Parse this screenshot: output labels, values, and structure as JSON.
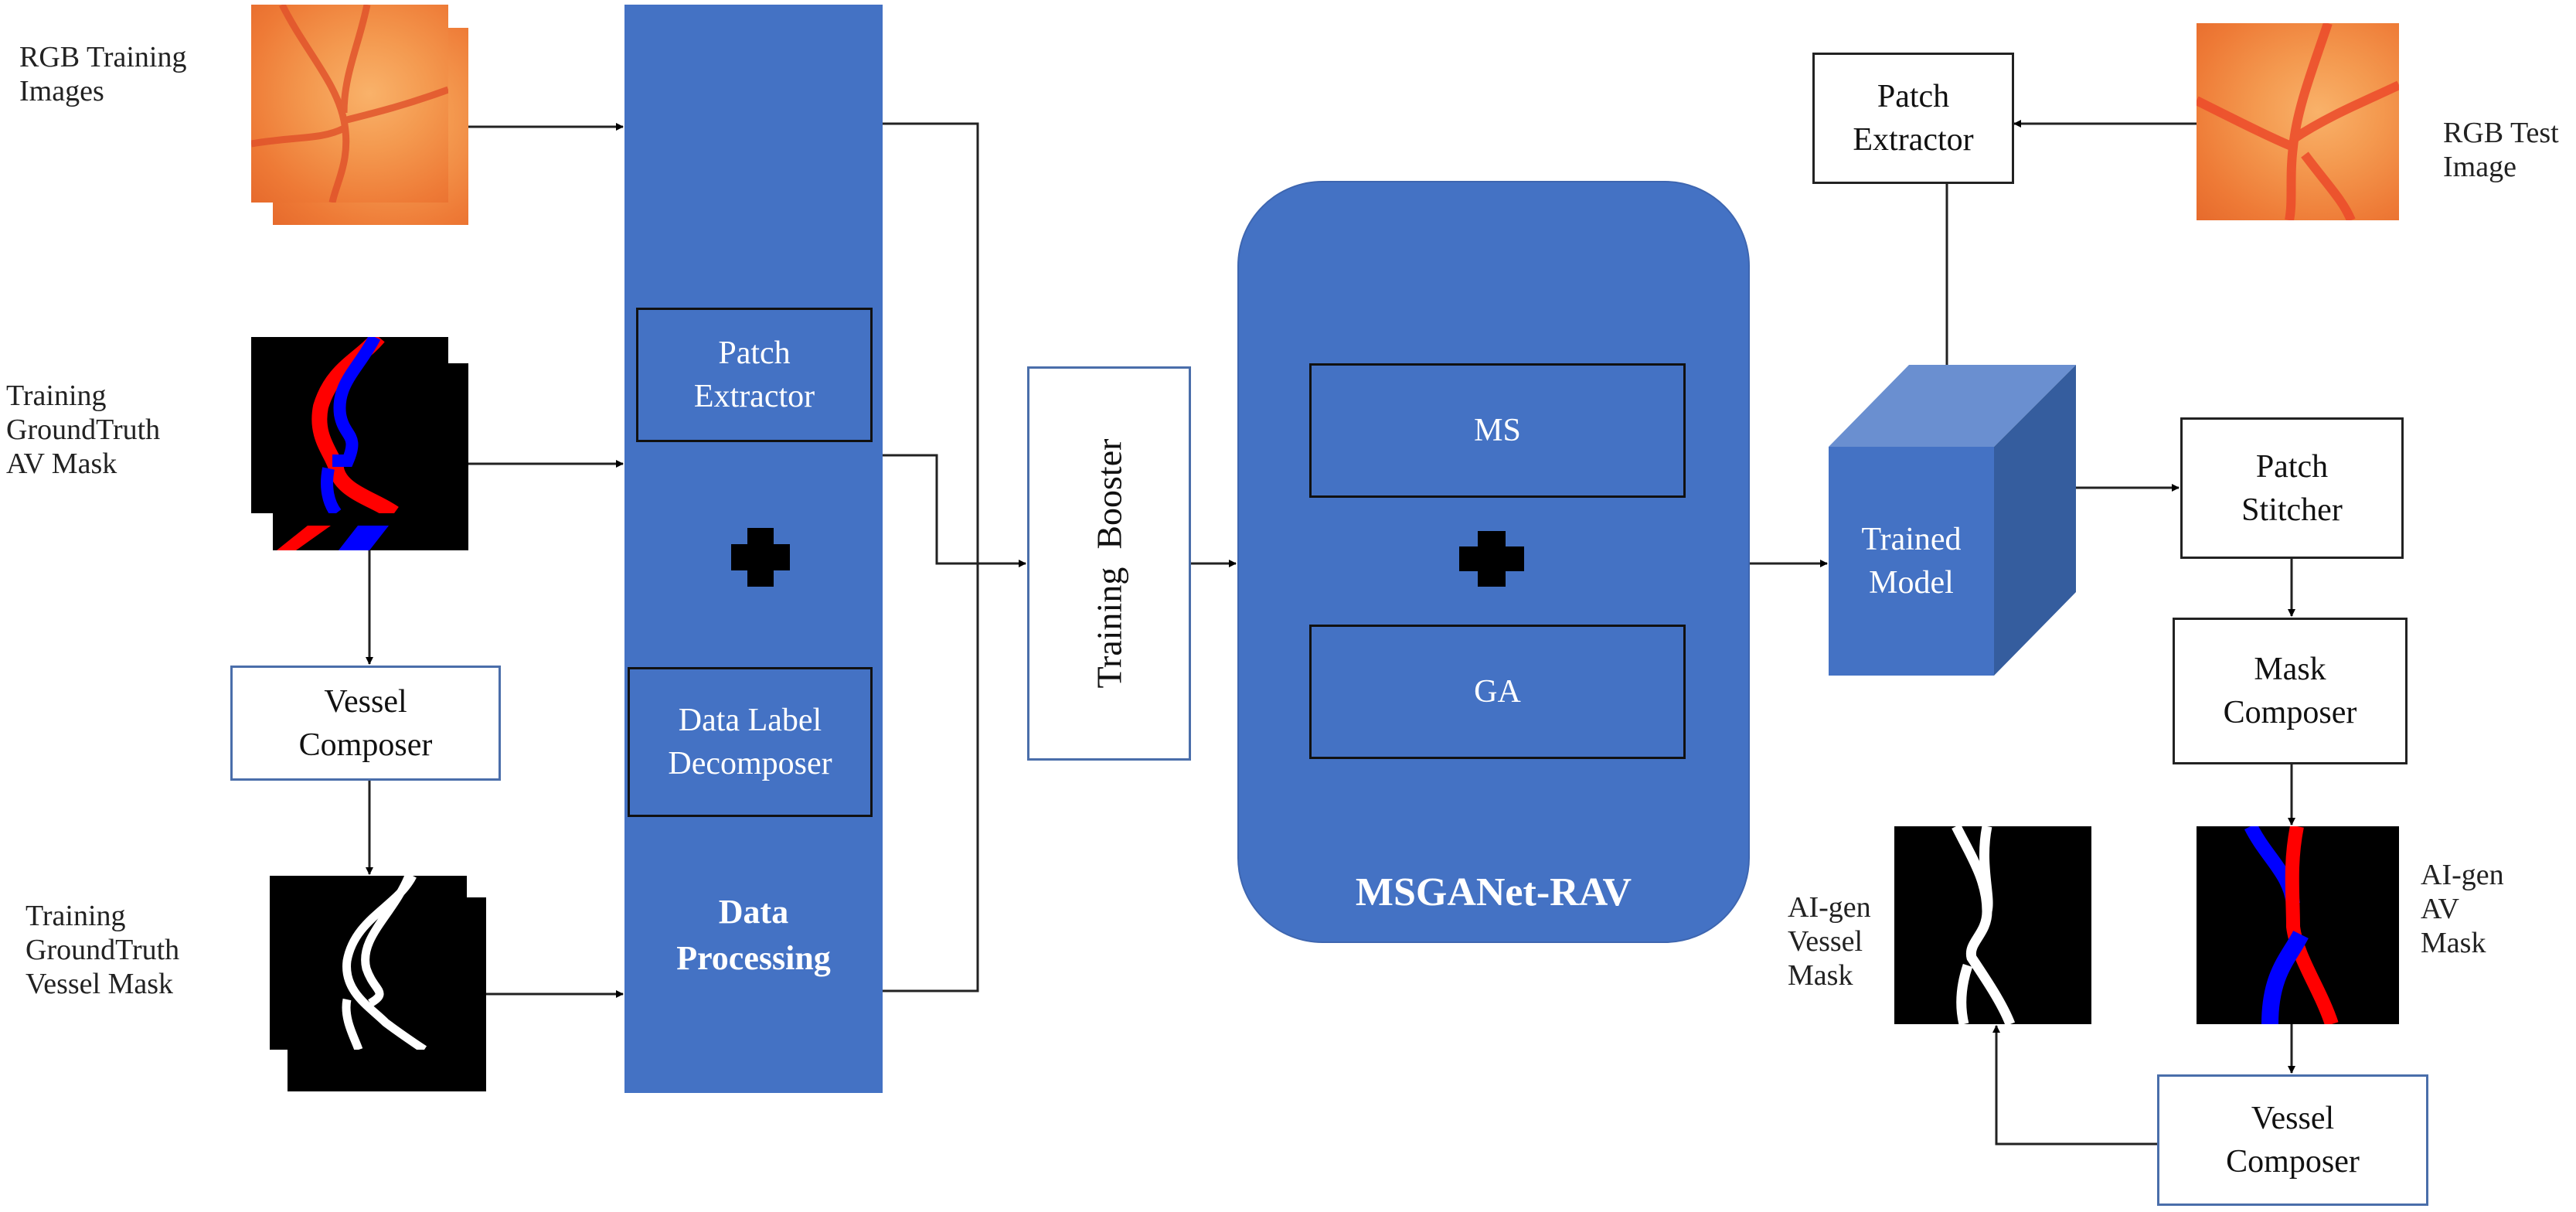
{
  "diagram": {
    "title": "MSGANet-RAV pipeline",
    "colors": {
      "block_blue": "#4472c4",
      "cube_top": "#6a8fd0",
      "cube_side": "#355d9e",
      "outline_blue": "#4a6eaa",
      "artery": "#ff0000",
      "vein": "#0000ff",
      "vessel": "#ffffff"
    },
    "inputs": {
      "rgb_training_label": [
        "RGB Training",
        "Images"
      ],
      "av_mask_label": [
        "Training",
        "GroundTruth",
        "AV Mask"
      ],
      "vessel_mask_label": [
        "Training",
        "GroundTruth",
        "Vessel Mask"
      ]
    },
    "vessel_composer_left": [
      "Vessel",
      "Composer"
    ],
    "data_processing": {
      "patch_extractor": [
        "Patch",
        "Extractor"
      ],
      "plus": "+",
      "data_label_decomposer": [
        "Data Label",
        "Decomposer"
      ],
      "title": [
        "Data",
        "Processing"
      ]
    },
    "training_booster": "Training  Booster",
    "model": {
      "ms": "MS",
      "plus": "+",
      "ga": "GA",
      "title": "MSGANet-RAV"
    },
    "test": {
      "rgb_test_label": [
        "RGB Test",
        "Image"
      ],
      "patch_extractor": [
        "Patch",
        "Extractor"
      ],
      "trained_model": [
        "Trained",
        "Model"
      ],
      "patch_stitcher": [
        "Patch",
        "Stitcher"
      ],
      "mask_composer": [
        "Mask",
        "Composer"
      ],
      "ai_vessel_label": [
        "AI-gen",
        "Vessel",
        "Mask"
      ],
      "ai_av_label": [
        "AI-gen",
        "AV",
        "Mask"
      ],
      "vessel_composer": [
        "Vessel",
        "Composer"
      ]
    }
  }
}
